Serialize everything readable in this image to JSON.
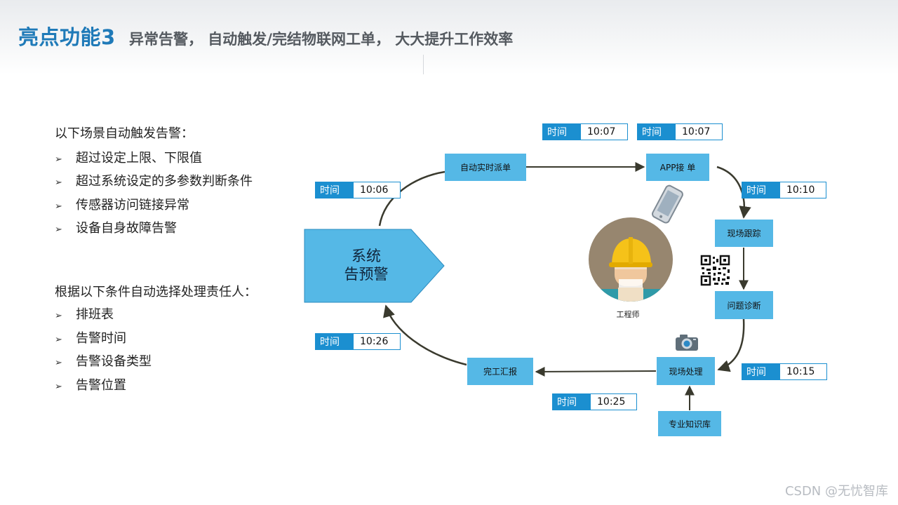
{
  "header": {
    "title": "亮点功能3",
    "subtitle": "异常告警， 自动触发/完结物联网工单， 大大提升工作效率"
  },
  "left": {
    "heading1": "以下场景自动触发告警：",
    "list1": [
      "超过设定上限、下限值",
      "超过系统设定的多参数判断条件",
      "传感器访问链接异常",
      "设备自身故障告警"
    ],
    "heading2": "根据以下条件自动选择处理责任人：",
    "list2": [
      "排班表",
      "告警时间",
      "告警设备类型",
      "告警位置"
    ],
    "bullet_glyph": "➢"
  },
  "flow": {
    "center": {
      "line1": "系统",
      "line2": "告预警"
    },
    "nodes": {
      "dispatch": "自动实时派单",
      "app": "APP接 单",
      "track": "现场跟踪",
      "diagnose": "问题诊断",
      "handle": "现场处理",
      "report": "完工汇报",
      "knowledge": "专业知识库"
    },
    "time_label": "时间",
    "times": {
      "start": "10:06",
      "dispatch": "10:07",
      "app": "10:07",
      "track": "10:10",
      "handle": "10:15",
      "report": "10:25",
      "finish": "10:26"
    },
    "engineer": "工程师"
  },
  "icons": [
    "phone-icon",
    "qr-code-icon",
    "camera-icon",
    "engineer-avatar"
  ],
  "colors": {
    "title": "#1f7ab8",
    "node": "#55b8e6",
    "time_label_bg": "#1b8fd0",
    "center_shape": "#55b8e6",
    "arrow": "#3a3a2e"
  },
  "watermark": "CSDN @无忧智库"
}
